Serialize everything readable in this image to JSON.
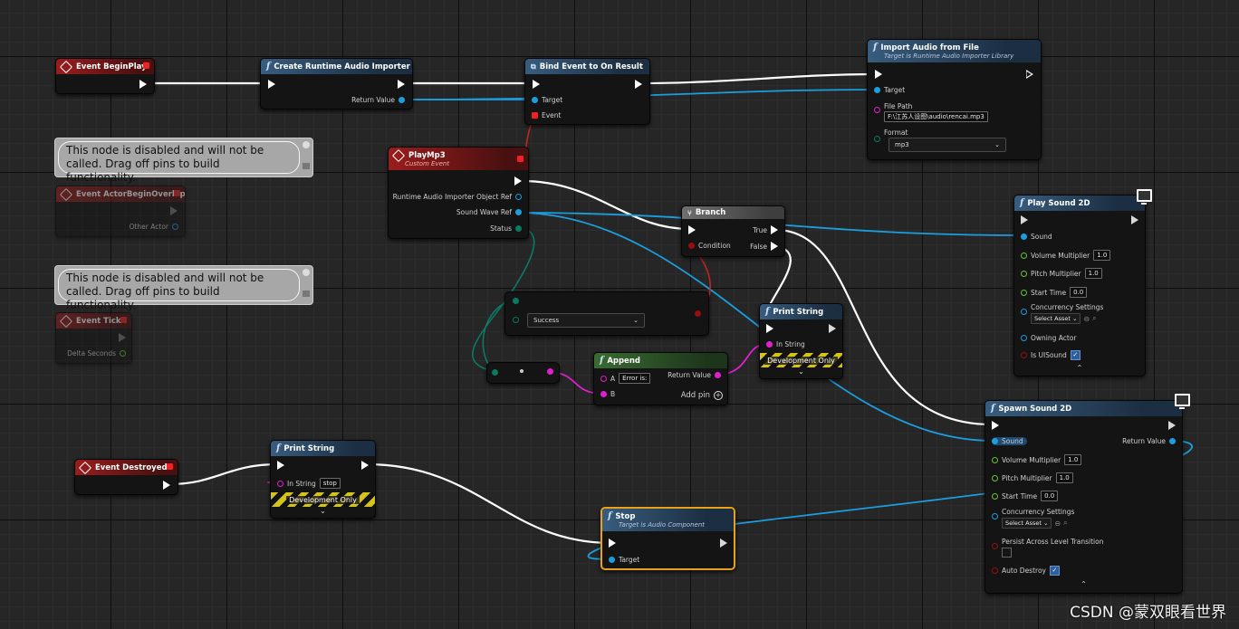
{
  "colors": {
    "exec_wire": "#ffffff",
    "object_wire": "#1b9ee0",
    "string_wire": "#e020d0",
    "enum_wire": "#0a7a64",
    "delegate_wire": "#e02a2a",
    "bool_pin": "#9a0d0d",
    "float_pin": "#6ac236",
    "selection": "#e8a21a"
  },
  "event_beginplay": {
    "title": "Event BeginPlay"
  },
  "create_importer": {
    "title": "Create Runtime Audio Importer",
    "return_value": "Return Value"
  },
  "bind_event": {
    "title": "Bind Event to On Result",
    "target": "Target",
    "event": "Event"
  },
  "import_audio": {
    "title": "Import Audio from File",
    "subtitle": "Target is Runtime Audio Importer Library",
    "target": "Target",
    "file_path_label": "File Path",
    "file_path_value": "F:\\江苏人设图\\audio\\rencai.mp3",
    "format_label": "Format",
    "format_value": "mp3"
  },
  "comment_text": "This node is disabled and will not be called. Drag off pins to build functionality.",
  "actor_overlap": {
    "title": "Event ActorBeginOverlap",
    "other_actor": "Other Actor"
  },
  "event_tick": {
    "title": "Event Tick",
    "delta_seconds": "Delta Seconds"
  },
  "playmp3": {
    "title": "PlayMp3",
    "subtitle": "Custom Event",
    "importer_ref": "Runtime Audio Importer Object Ref",
    "sound_wave_ref": "Sound Wave Ref",
    "status": "Status"
  },
  "switch_node": {
    "value": "Success"
  },
  "branch": {
    "title": "Branch",
    "condition": "Condition",
    "true_label": "True",
    "false_label": "False"
  },
  "append": {
    "title": "Append",
    "a": "A",
    "a_value": "Error is:",
    "b": "B",
    "return_value": "Return Value",
    "add_pin": "Add pin"
  },
  "print_string_1": {
    "title": "Print String",
    "in_string": "In String",
    "dev_only": "Development Only"
  },
  "play_sound": {
    "title": "Play Sound 2D",
    "sound": "Sound",
    "volume": "Volume Multiplier",
    "volume_value": "1.0",
    "pitch": "Pitch Multiplier",
    "pitch_value": "1.0",
    "start": "Start Time",
    "start_value": "0.0",
    "concurrency": "Concurrency Settings",
    "select_asset": "Select Asset",
    "owning_actor": "Owning Actor",
    "is_ui": "Is UISound"
  },
  "spawn_sound": {
    "title": "Spawn Sound 2D",
    "sound": "Sound",
    "return_value": "Return Value",
    "volume": "Volume Multiplier",
    "volume_value": "1.0",
    "pitch": "Pitch Multiplier",
    "pitch_value": "1.0",
    "start": "Start Time",
    "start_value": "0.0",
    "concurrency": "Concurrency Settings",
    "select_asset": "Select Asset",
    "persist": "Persist Across Level Transition",
    "auto_destroy": "Auto Destroy"
  },
  "event_destroyed": {
    "title": "Event Destroyed"
  },
  "print_string_2": {
    "title": "Print String",
    "in_string": "In String",
    "in_string_value": "stop",
    "dev_only": "Development Only"
  },
  "stop_node": {
    "title": "Stop",
    "subtitle": "Target is Audio Component",
    "target": "Target"
  },
  "watermark": "CSDN @蒙双眼看世界"
}
